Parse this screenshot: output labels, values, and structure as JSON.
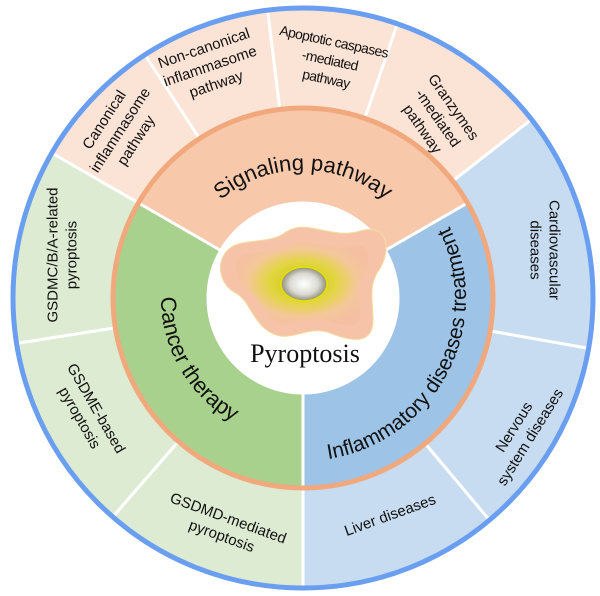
{
  "colors": {
    "outer_border": "#6a9ef0",
    "inner_border": "#f0a87c",
    "divider": "#ffffff",
    "signaling_outer": "#fbe3d6",
    "signaling_inner": "#f7c8aa",
    "inflammatory_outer": "#c7dcf0",
    "inflammatory_inner": "#9dc3e6",
    "cancer_outer": "#dcebd2",
    "cancer_inner": "#a9d18e"
  },
  "center": {
    "label": "Pyroptosis",
    "icon": "cell-icon"
  },
  "inner": {
    "signaling": "Signaling pathway",
    "cancer": "Cancer therapy",
    "inflammatory": "Inflammatory diseases treatment"
  },
  "outer": {
    "canonical": [
      "Canonical",
      "inflammasome",
      "pathway"
    ],
    "noncanonical": [
      "Non-canonical",
      "inflammasome",
      "pathway"
    ],
    "apoptotic": [
      "Apoptotic caspases",
      "-mediated",
      "pathway"
    ],
    "granzymes": [
      "Granzymes",
      "-mediated",
      "pathway"
    ],
    "cardio": [
      "Cardiovascular",
      "diseases"
    ],
    "nervous": [
      "Nervous",
      "system diseases"
    ],
    "liver": [
      "Liver diseases"
    ],
    "gsdmd": [
      "GSDMD-mediated",
      "pyroptosis"
    ],
    "gsdme": [
      "GSDME-based",
      "pyroptosis"
    ],
    "gsdmc": [
      "GSDMC/B/A-related",
      "pyroptosis"
    ]
  }
}
